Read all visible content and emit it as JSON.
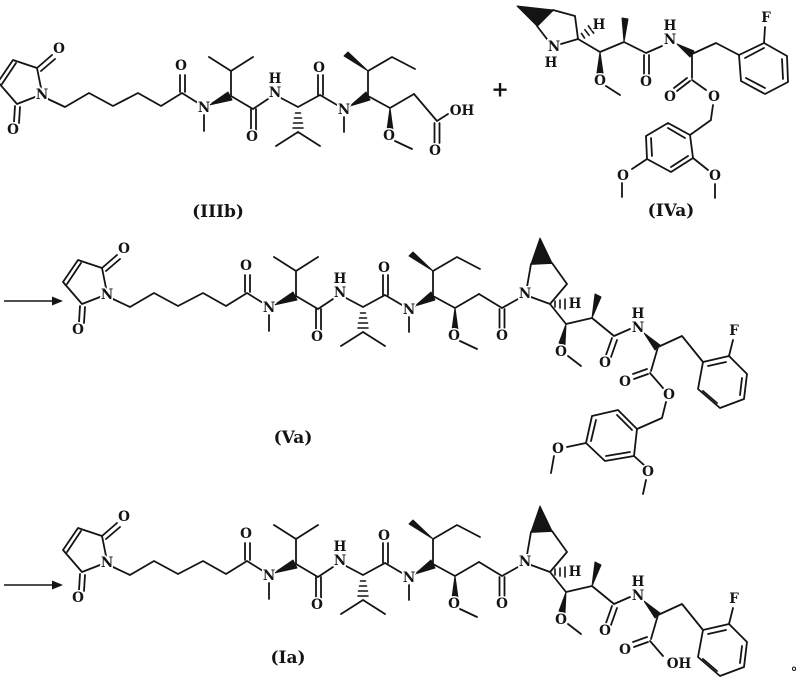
{
  "compounds": {
    "IIIb": {
      "label": "(IIIb)"
    },
    "IVa": {
      "label": "(IVa)"
    },
    "Va": {
      "label": "(Va)"
    },
    "Ia": {
      "label": "(Ia)"
    }
  },
  "operators": {
    "plus": "+",
    "degree": "°"
  },
  "atoms": {
    "oxygen": "O",
    "nitrogen": "N",
    "hydrogen": "H",
    "fluorine": "F",
    "hydroxyl": "OH"
  }
}
